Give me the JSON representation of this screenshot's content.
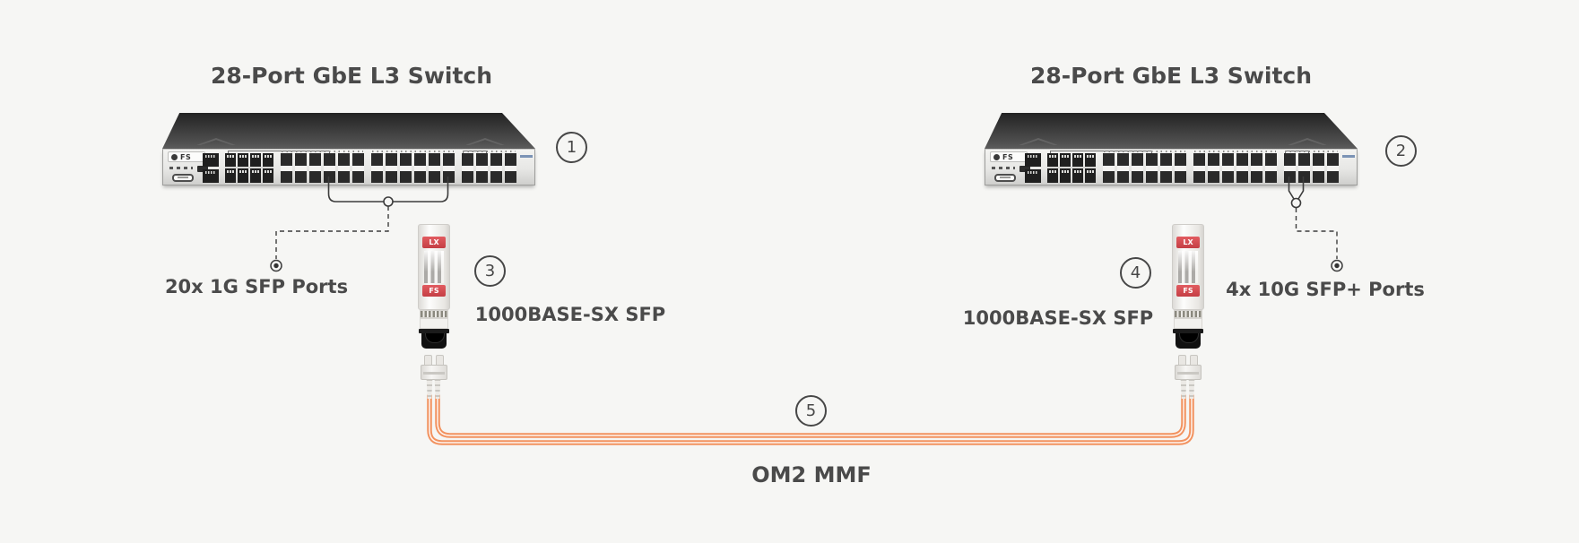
{
  "colors": {
    "background": "#f6f6f4",
    "cable_orange": "#f2925f",
    "tag_red": "#cf4449",
    "line": "#3c3c3c",
    "text": "#4a4a4a"
  },
  "switches": {
    "left": {
      "title": "28-Port GbE L3 Switch",
      "badge": "1",
      "logo": "FS"
    },
    "right": {
      "title": "28-Port GbE L3 Switch",
      "badge": "2",
      "logo": "FS"
    }
  },
  "transceivers": {
    "left": {
      "badge": "3",
      "label": "1000BASE-SX SFP",
      "top_tag": "LX",
      "bottom_tag": "FS"
    },
    "right": {
      "badge": "4",
      "label": "1000BASE-SX SFP",
      "top_tag": "LX",
      "bottom_tag": "FS"
    }
  },
  "cable": {
    "badge": "5",
    "label": "OM2 MMF"
  },
  "callouts": {
    "left": {
      "label": "20x 1G SFP Ports"
    },
    "right": {
      "label": "4x 10G SFP+ Ports"
    }
  }
}
